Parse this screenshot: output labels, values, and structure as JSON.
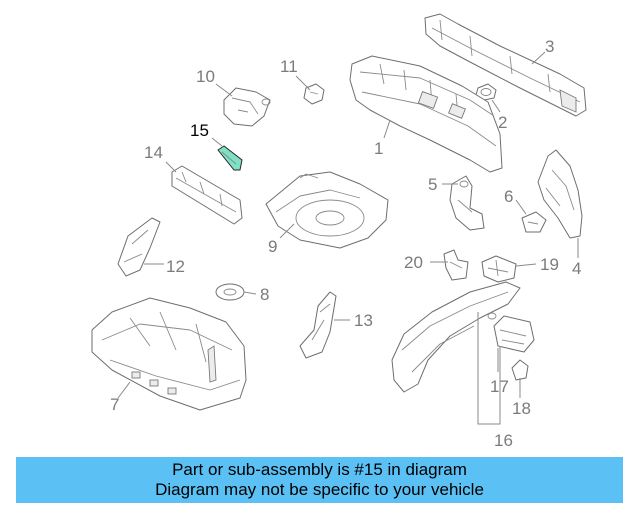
{
  "callouts": {
    "c1": "1",
    "c2": "2",
    "c3": "3",
    "c4": "4",
    "c5": "5",
    "c6": "6",
    "c7": "7",
    "c8": "8",
    "c9": "9",
    "c10": "10",
    "c11": "11",
    "c12": "12",
    "c13": "13",
    "c14": "14",
    "c15": "15",
    "c16": "16",
    "c17": "17",
    "c18": "18",
    "c19": "19",
    "c20": "20"
  },
  "highlight": {
    "part": "15",
    "color": "#7fe0c4"
  },
  "banner": {
    "line1": "Part or sub-assembly is #15 in diagram",
    "line2": "Diagram may not be specific to your vehicle",
    "color": "#5bc1f5"
  }
}
